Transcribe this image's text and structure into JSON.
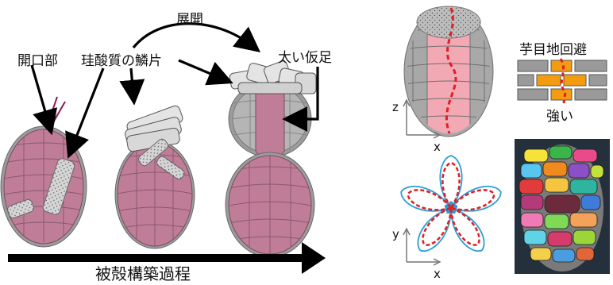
{
  "labels": {
    "expand": "展開",
    "opening": "開口部",
    "silica_scales": "珪酸質の鱗片",
    "thick_pseudopod": "太い仮足",
    "process": "被殻構築過程",
    "brick_avoid": "芋目地回避",
    "strong": "強い"
  },
  "axes": {
    "top": {
      "vertical": "z",
      "horizontal": "x"
    },
    "bottom": {
      "vertical": "y",
      "horizontal": "x"
    }
  },
  "colors": {
    "cell_pink": "#c07d98",
    "scale_gray": "#8e8e8e",
    "scale_light": "#e4e4e4",
    "model_pink": "#f2a9b4",
    "dashed_red": "#e01e24",
    "brick_orange": "#f39c12",
    "flow_blue": "#2a9fd6"
  }
}
